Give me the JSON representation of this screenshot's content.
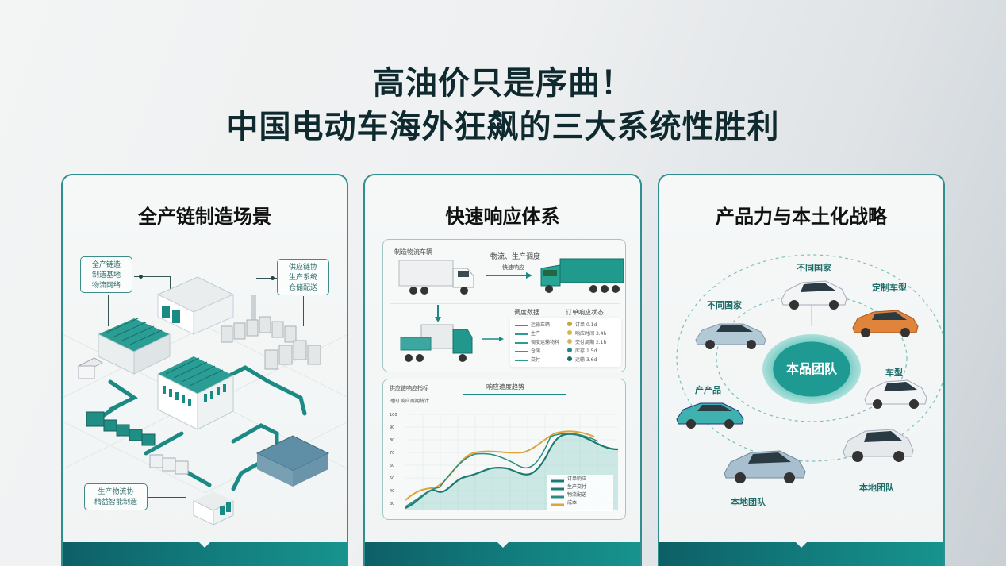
{
  "header": {
    "title_line1": "高油价只是序曲！",
    "title_line2": "中国电动车海外狂飙的三大系统性胜利"
  },
  "colors": {
    "accent": "#1c8a84",
    "accent_dark": "#0d5f66",
    "title_text": "#0f2a2e",
    "card_border": "#2f8f8c",
    "orange_line": "#e0a53a"
  },
  "cards": [
    {
      "title": "全产链制造场景",
      "callouts": [
        "全产链造 / 制造基地 / 物流网络",
        "供应链协 / 生产系统 / 仓储配送",
        "生产物流协 / 精益智能制造"
      ],
      "icons": [
        "factory-icon",
        "warehouse-icon",
        "truck-icon",
        "battery-plant-icon",
        "logistics-hub-icon"
      ]
    },
    {
      "title": "快速响应体系",
      "top_panel": {
        "label_left": "制造物流车辆",
        "label_mid": "物流、生产调度",
        "label_mid_sub": "快速响应",
        "legend_left_title": "调度数据",
        "legend_left_items": [
          "运输车辆",
          "生产",
          "调度运输物料",
          "仓储",
          "交付"
        ],
        "legend_right_title": "订单响应状态",
        "legend_right_items": [
          "订单",
          "响应时间",
          "交付周期",
          "库存",
          "运输"
        ],
        "legend_right_values": [
          "0.1d",
          "3.4h",
          "2.1h",
          "1.5d",
          "3.6d"
        ]
      },
      "chart_panel": {
        "header_left": "供应链响应指标",
        "title": "响应速度趋势",
        "subtitle": "时间 响应周期统计",
        "legend": [
          "订单响应",
          "生产交付",
          "物流配送",
          "成本"
        ]
      }
    },
    {
      "title": "产品力与本土化战略",
      "hub_label": "本品团队",
      "labels": [
        "不同国家",
        "不同国家",
        "定制车型",
        "产产品",
        "车型",
        "本地团队",
        "本地团队"
      ]
    }
  ],
  "chart_data": {
    "type": "line",
    "title": "响应速度趋势",
    "x": [
      1,
      2,
      3,
      4,
      5,
      6,
      7,
      8,
      9,
      10,
      11,
      12
    ],
    "series": [
      {
        "name": "订单响应",
        "values": [
          10,
          22,
          20,
          34,
          48,
          50,
          48,
          44,
          70,
          74,
          62,
          60
        ]
      },
      {
        "name": "生产交付",
        "values": [
          4,
          16,
          10,
          20,
          28,
          30,
          26,
          22,
          60,
          68,
          62,
          58
        ]
      },
      {
        "name": "成本",
        "values": [
          14,
          26,
          24,
          38,
          50,
          50,
          52,
          50,
          60,
          64,
          60,
          58
        ]
      }
    ],
    "xlabel": "",
    "ylabel": "",
    "grid": true,
    "legend_position": "bottom-right"
  }
}
